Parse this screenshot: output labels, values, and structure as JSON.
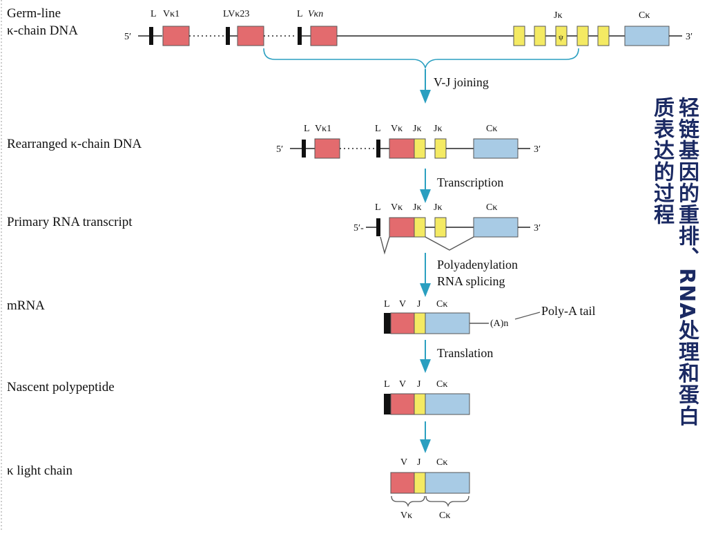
{
  "diagram": {
    "germline": {
      "label_lines": [
        "Germ-line",
        "κ-chain DNA"
      ],
      "gene_labels": [
        "L",
        "Vκ1",
        "LVκ23",
        "L",
        "Vκn",
        "Jκ",
        "Cκ"
      ],
      "ends": [
        "5′",
        "3′"
      ]
    },
    "step_vj": "V-J joining",
    "rearranged": {
      "label": "Rearranged κ-chain DNA",
      "gene_labels": [
        "L",
        "Vκ1",
        "L",
        "Vκ",
        "Jκ",
        "Jκ",
        "Cκ"
      ],
      "ends": [
        "5′",
        "3′"
      ]
    },
    "step_transcription": "Transcription",
    "primary": {
      "label": "Primary RNA transcript",
      "gene_labels": [
        "L",
        "Vκ",
        "Jκ",
        "Jκ",
        "Cκ"
      ],
      "ends": [
        "5′-",
        "3′"
      ]
    },
    "step_splicing": [
      "Polyadenylation",
      "RNA splicing"
    ],
    "mrna": {
      "label": "mRNA",
      "gene_labels": [
        "L",
        "V",
        "J",
        "Cκ"
      ],
      "tail_text": "(A)n",
      "tail_label": "Poly-A tail"
    },
    "step_translation": "Translation",
    "nascent": {
      "label": "Nascent polypeptide",
      "gene_labels": [
        "L",
        "V",
        "J",
        "Cκ"
      ]
    },
    "light": {
      "label": "κ light chain",
      "gene_labels": [
        "V",
        "J",
        "Cκ"
      ],
      "brace_labels": [
        "Vκ",
        "Cκ"
      ]
    }
  },
  "side_title": {
    "lines": [
      "轻链基因的重排、RNA处理和蛋白",
      "质表达的过程"
    ]
  },
  "colors": {
    "v_segment": "#e36b6e",
    "j_segment": "#f4ea63",
    "c_segment": "#a8cbe5",
    "leader": "#111111",
    "arrow": "#2a9fc0",
    "title_text": "#1b2a63"
  }
}
